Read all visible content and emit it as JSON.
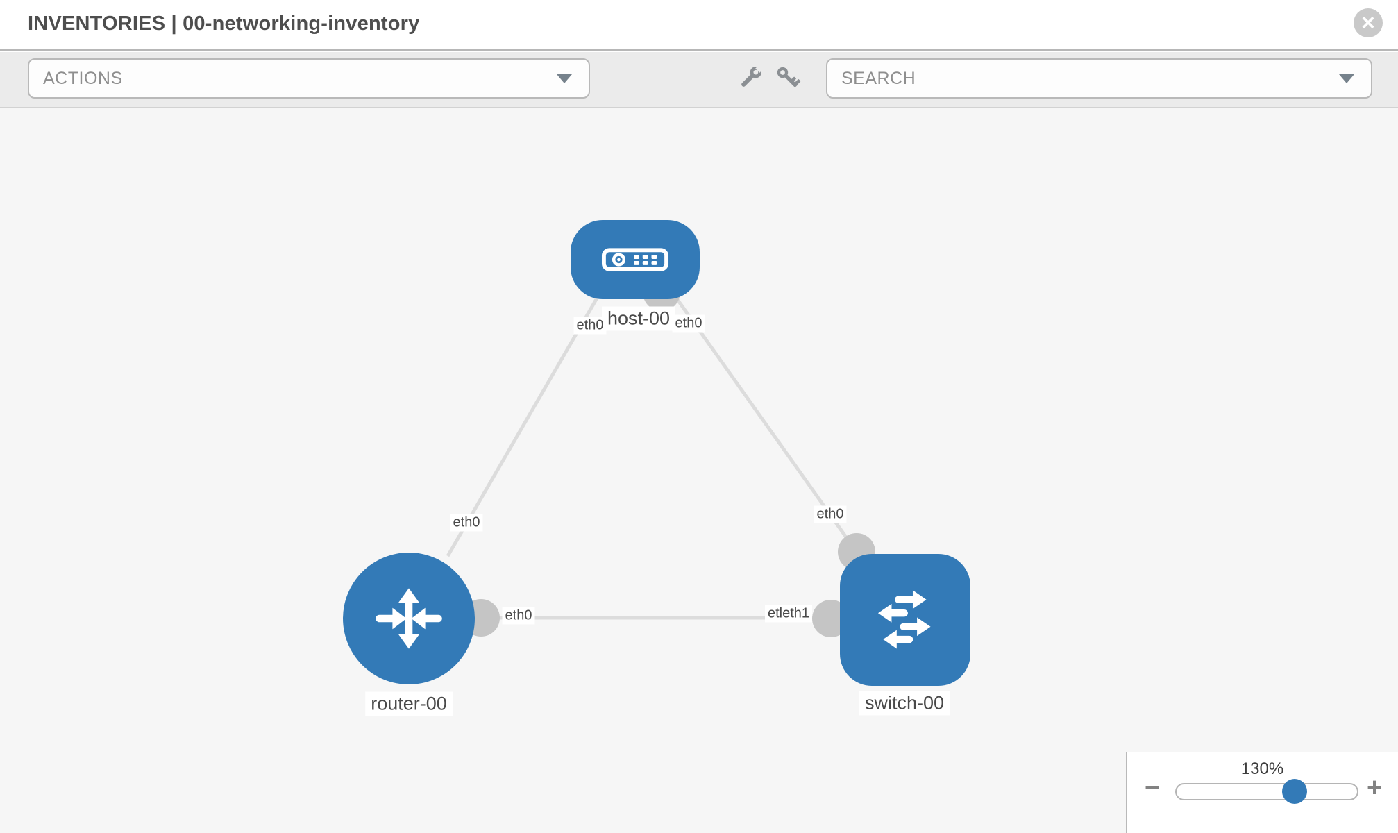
{
  "header": {
    "title": "INVENTORIES | 00-networking-inventory",
    "close_glyph": "×",
    "close_icon": "circle-x-close-icon"
  },
  "toolbar": {
    "actions_dropdown": {
      "placeholder": "ACTIONS"
    },
    "tools": [
      {
        "icon": "wrench-icon"
      },
      {
        "icon": "key-icon"
      }
    ],
    "search_dropdown": {
      "placeholder": "SEARCH"
    }
  },
  "diagram": {
    "nodes": [
      {
        "id": "host-00",
        "label": "host-00",
        "type": "host",
        "shape": "rounded-rect",
        "icon": "server-icon"
      },
      {
        "id": "router-00",
        "label": "router-00",
        "type": "router",
        "shape": "circle",
        "icon": "router-arrows-icon"
      },
      {
        "id": "switch-00",
        "label": "switch-00",
        "type": "switch",
        "shape": "rounded-square",
        "icon": "switch-arrows-icon"
      }
    ],
    "links": [
      {
        "from": "host-00",
        "to": "router-00",
        "from_interface": "eth0",
        "to_interface": "eth0"
      },
      {
        "from": "host-00",
        "to": "switch-00",
        "from_interface": "eth0",
        "to_interface": "eth0"
      },
      {
        "from": "router-00",
        "to": "switch-00",
        "from_interface": "eth0",
        "to_interface": "etleth1"
      }
    ]
  },
  "zoom_control": {
    "level": "130%",
    "percent": 130,
    "minus_glyph": "−",
    "plus_glyph": "+"
  },
  "colors": {
    "node_blue": "#337ab7",
    "link_gray": "#dcdcdc",
    "connector_gray": "#c5c5c5",
    "canvas_bg": "#f6f6f6",
    "toolbar_bg": "#ebebeb"
  }
}
